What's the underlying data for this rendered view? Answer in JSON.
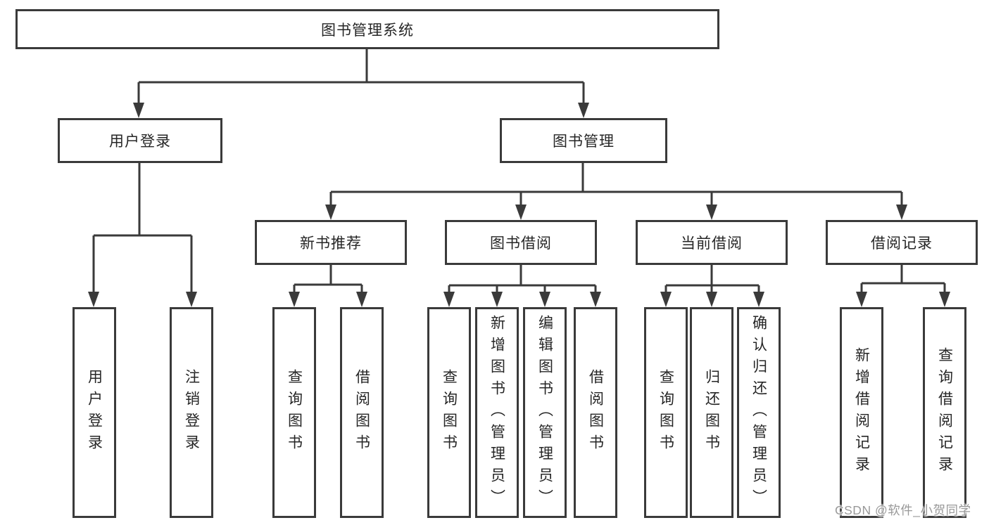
{
  "diagram": {
    "root": "图书管理系统",
    "level2": {
      "user": "用户登录",
      "book": "图书管理"
    },
    "level3": {
      "new_book": "新书推荐",
      "borrow": "图书借阅",
      "current": "当前借阅",
      "record": "借阅记录"
    },
    "leaves": {
      "user": [
        "用户登录",
        "注销登录"
      ],
      "new_book": [
        "查询图书",
        "借阅图书"
      ],
      "borrow": [
        "查询图书",
        "新增图书（管理员）",
        "编辑图书（管理员）",
        "借阅图书"
      ],
      "current": [
        "查询图书",
        "归还图书",
        "确认归还（管理员）"
      ],
      "record": [
        "新增借阅记录",
        "查询借阅记录"
      ]
    }
  },
  "watermark": {
    "text": "CSDN @软件_小贺同学"
  },
  "theme": {
    "line_color": "#3a3a3a",
    "box_border": "#3a3a3a",
    "box_fill": "#ffffff",
    "text_color": "#262626",
    "background": "#ffffff",
    "watermark_color": "#999999"
  }
}
